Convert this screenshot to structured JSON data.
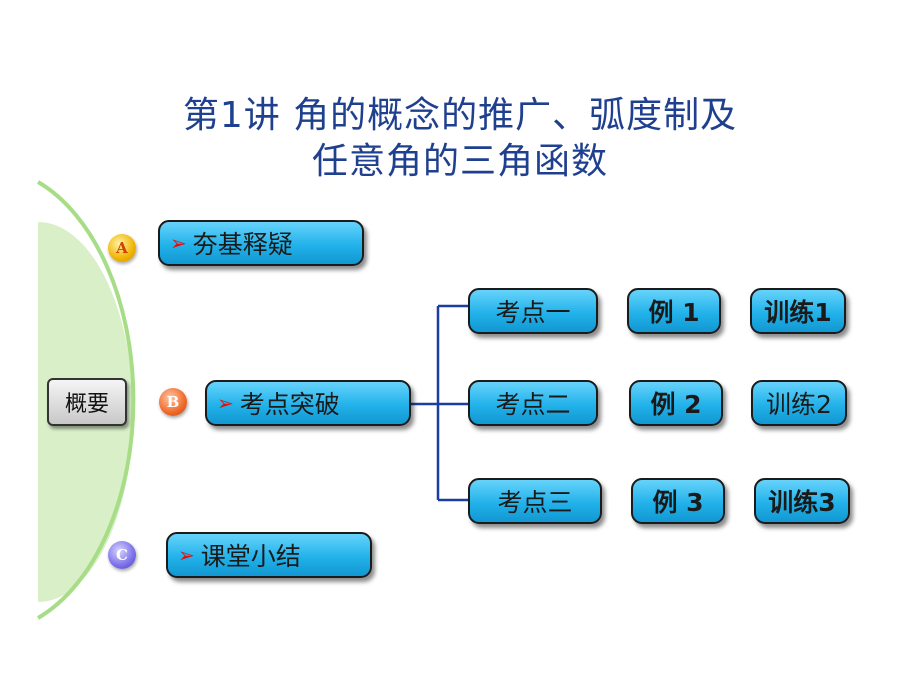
{
  "title": {
    "line1": "第1讲    角的概念的推广、弧度制及",
    "line2": "任意角的三角函数"
  },
  "overview_label": "概要",
  "sections": [
    {
      "letter": "A",
      "label": "夯基释疑"
    },
    {
      "letter": "B",
      "label": "考点突破"
    },
    {
      "letter": "C",
      "label": "课堂小结"
    }
  ],
  "arrow_glyph": "➢",
  "rows": [
    {
      "point": "考点一",
      "example": "例 1",
      "training": "训练1"
    },
    {
      "point": "考点二",
      "example": "例 2",
      "training": "训练2"
    },
    {
      "point": "考点三",
      "example": "例 3",
      "training": "训练3"
    }
  ],
  "colors": {
    "title": "#1f3f8f",
    "pill": "#22b2ea",
    "arc": "#a8dd88",
    "connector": "#1a3fa0",
    "arrow": "#e01010"
  }
}
